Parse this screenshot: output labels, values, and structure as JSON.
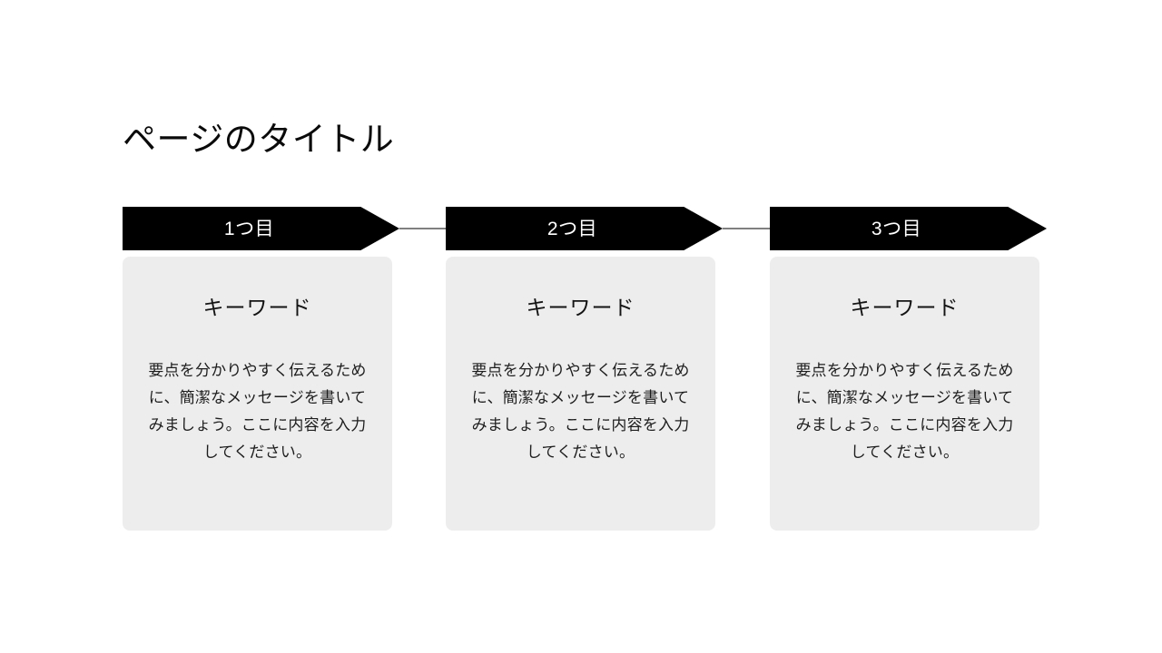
{
  "slide": {
    "background_color": "#ffffff",
    "title": "ページのタイトル"
  },
  "theme": {
    "banner_color": "#000000",
    "banner_text_color": "#ffffff",
    "connector_color": "#808080",
    "card_color": "#ededed",
    "text_color": "#1d1d1d"
  },
  "steps": [
    {
      "label": "1つ目",
      "heading": "キーワード",
      "body": "要点を分かりやすく伝えるために、簡潔なメッセージを書いてみましょう。ここに内容を入力してください。"
    },
    {
      "label": "2つ目",
      "heading": "キーワード",
      "body": "要点を分かりやすく伝えるために、簡潔なメッセージを書いてみましょう。ここに内容を入力してください。"
    },
    {
      "label": "3つ目",
      "heading": "キーワード",
      "body": "要点を分かりやすく伝えるために、簡潔なメッセージを書いてみましょう。ここに内容を入力してください。"
    }
  ]
}
